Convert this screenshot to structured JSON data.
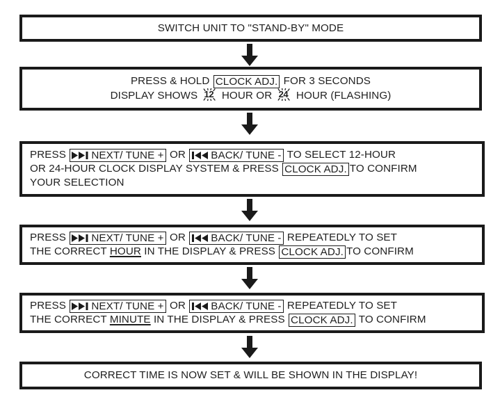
{
  "diagram": {
    "title": "Clock Setting Procedure Flowchart",
    "ink_color": "#1a1a1a",
    "background_color": "#ffffff"
  },
  "steps": [
    {
      "id": "step-1",
      "lines": [
        {
          "segments": [
            {
              "type": "text",
              "text": "SWITCH UNIT TO \"STAND-BY\" MODE"
            }
          ]
        }
      ]
    },
    {
      "id": "step-2",
      "lines": [
        {
          "segments": [
            {
              "type": "text",
              "text": "PRESS & HOLD "
            },
            {
              "type": "keycap",
              "text": "CLOCK ADJ."
            },
            {
              "type": "text",
              "text": " FOR 3 SECONDS"
            }
          ]
        },
        {
          "segments": [
            {
              "type": "text",
              "text": "DISPLAY SHOWS "
            },
            {
              "type": "flash",
              "text": "12"
            },
            {
              "type": "text",
              "text": " HOUR OR "
            },
            {
              "type": "flash",
              "text": "24"
            },
            {
              "type": "text",
              "text": " HOUR (FLASHING)"
            }
          ]
        }
      ]
    },
    {
      "id": "step-3",
      "lines": [
        {
          "segments": [
            {
              "type": "text",
              "text": "PRESS "
            },
            {
              "type": "keycap-next",
              "text": "NEXT/ TUNE +"
            },
            {
              "type": "text",
              "text": " OR "
            },
            {
              "type": "keycap-back",
              "text": "BACK/ TUNE -"
            },
            {
              "type": "text",
              "text": " TO SELECT 12-HOUR"
            }
          ]
        },
        {
          "segments": [
            {
              "type": "text",
              "text": "OR 24-HOUR CLOCK DISPLAY SYSTEM & PRESS "
            },
            {
              "type": "keycap",
              "text": "CLOCK ADJ."
            },
            {
              "type": "text",
              "text": "TO CONFIRM"
            }
          ]
        },
        {
          "segments": [
            {
              "type": "text",
              "text": "YOUR SELECTION"
            }
          ]
        }
      ]
    },
    {
      "id": "step-4",
      "lines": [
        {
          "segments": [
            {
              "type": "text",
              "text": "PRESS "
            },
            {
              "type": "keycap-next",
              "text": "NEXT/ TUNE +"
            },
            {
              "type": "text",
              "text": " OR "
            },
            {
              "type": "keycap-back",
              "text": "BACK/ TUNE -"
            },
            {
              "type": "text",
              "text": " REPEATEDLY TO SET"
            }
          ]
        },
        {
          "segments": [
            {
              "type": "text",
              "text": "THE CORRECT "
            },
            {
              "type": "underline",
              "text": "HOUR"
            },
            {
              "type": "text",
              "text": " IN THE DISPLAY & PRESS "
            },
            {
              "type": "keycap",
              "text": "CLOCK ADJ."
            },
            {
              "type": "text",
              "text": "TO CONFIRM"
            }
          ]
        }
      ]
    },
    {
      "id": "step-5",
      "lines": [
        {
          "segments": [
            {
              "type": "text",
              "text": "PRESS "
            },
            {
              "type": "keycap-next",
              "text": "NEXT/ TUNE +"
            },
            {
              "type": "text",
              "text": " OR "
            },
            {
              "type": "keycap-back",
              "text": "BACK/ TUNE -"
            },
            {
              "type": "text",
              "text": " REPEATEDLY TO SET"
            }
          ]
        },
        {
          "segments": [
            {
              "type": "text",
              "text": "THE CORRECT "
            },
            {
              "type": "underline",
              "text": "MINUTE"
            },
            {
              "type": "text",
              "text": " IN THE DISPLAY & PRESS "
            },
            {
              "type": "keycap",
              "text": "CLOCK ADJ."
            },
            {
              "type": "text",
              "text": " TO CONFIRM"
            }
          ]
        }
      ]
    },
    {
      "id": "step-6",
      "lines": [
        {
          "segments": [
            {
              "type": "text",
              "text": "CORRECT TIME IS NOW SET & WILL BE SHOWN IN THE DISPLAY!"
            }
          ]
        }
      ]
    }
  ],
  "connectors": [
    {
      "id": "arrow-1",
      "from": "step-1",
      "to": "step-2"
    },
    {
      "id": "arrow-2",
      "from": "step-2",
      "to": "step-3"
    },
    {
      "id": "arrow-3",
      "from": "step-3",
      "to": "step-4"
    },
    {
      "id": "arrow-4",
      "from": "step-4",
      "to": "step-5"
    },
    {
      "id": "arrow-5",
      "from": "step-5",
      "to": "step-6"
    }
  ]
}
